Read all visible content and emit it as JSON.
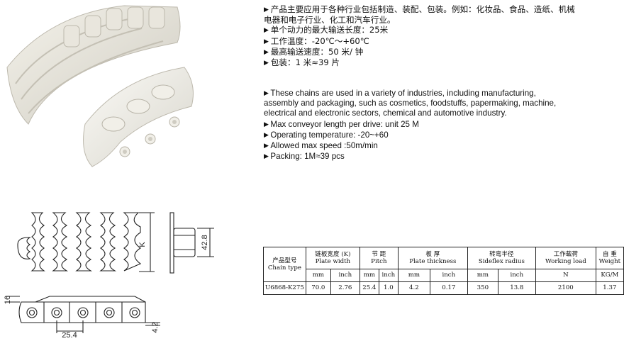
{
  "cn": {
    "items": [
      [
        "产品主要应用于各种行业包括制造、装配、包装。例如：化妆品、食品、造纸、机械",
        "电器和电子行业、化工和汽车行业。"
      ],
      [
        "单个动力的最大输送长度：25米"
      ],
      [
        "工作温度：-20℃～+60℃"
      ],
      [
        "最高输送速度：50 米/ 钟"
      ],
      [
        "包装：1 米≈39 片"
      ]
    ]
  },
  "en": {
    "para": [
      "These chains are used in a variety of industries, including manufacturing,",
      "assembly and packaging, such as cosmetics, foodstuffs, papermaking, machine,",
      "electrical and electronic sectors, chemical and automotive industry."
    ],
    "items": [
      "Max conveyor length per drive: unit 25 M",
      "Operating temperature: -20~+60",
      "Allowed max speed :50m/min",
      "Packing: 1M≈39 pcs"
    ]
  },
  "drawing": {
    "k_label": "K",
    "height_label": "42.8",
    "thickness_label": "16",
    "pitch_label": "25.4",
    "plate_label": "4.2"
  },
  "table": {
    "headers": [
      {
        "cn": "产品型号",
        "en": "Chain type"
      },
      {
        "cn": "链板宽度 (K)",
        "en": "Plate width"
      },
      {
        "cn": "节 距",
        "en": "Pitch"
      },
      {
        "cn": "板 厚",
        "en": "Plate thickness"
      },
      {
        "cn": "转弯半径",
        "en": "Sideflex radius"
      },
      {
        "cn": "工作载荷",
        "en": "Working load"
      },
      {
        "cn": "自 重",
        "en": "Weight"
      }
    ],
    "units": [
      "mm",
      "inch",
      "mm",
      "inch",
      "mm",
      "inch",
      "mm",
      "inch",
      "N",
      "KG/M"
    ],
    "rows": [
      [
        "U6868-K275",
        "70.0",
        "2.76",
        "25.4",
        "1.0",
        "4.2",
        "0.17",
        "350",
        "13.8",
        "2100",
        "1.37"
      ]
    ]
  }
}
